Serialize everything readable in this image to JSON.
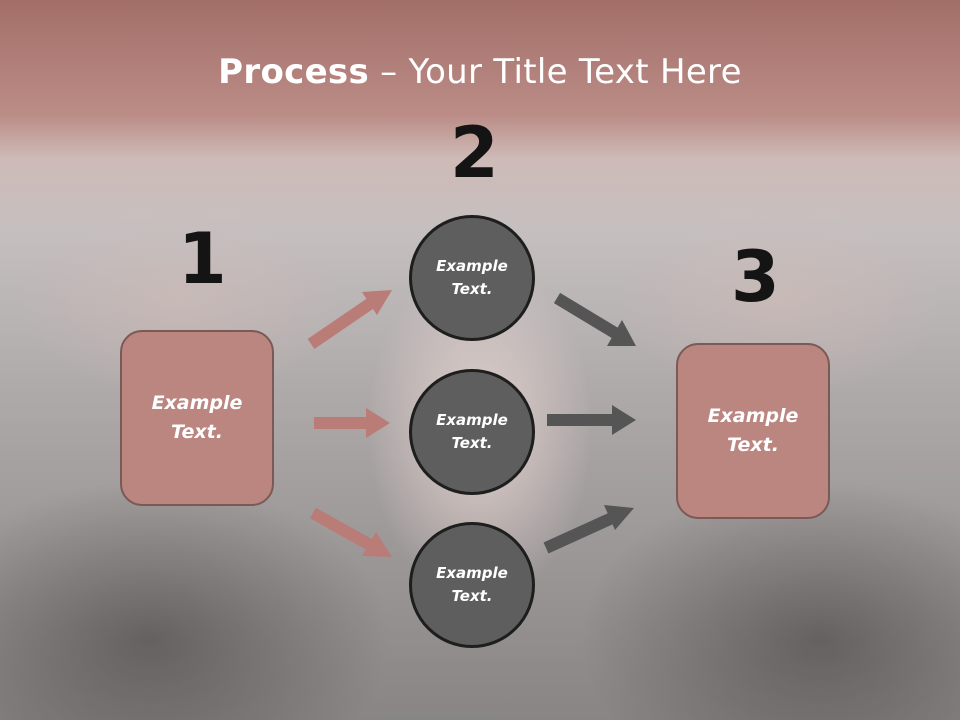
{
  "slide": {
    "title_bold": "Process",
    "title_rest": " – Your Title Text Here"
  },
  "steps": {
    "step1": {
      "number": "1",
      "text": "Example\nText."
    },
    "step2_top": {
      "number": "2",
      "text": "Example\nText."
    },
    "step2_middle": {
      "text": "Example\nText."
    },
    "step2_bottom": {
      "text": "Example\nText."
    },
    "step3": {
      "number": "3",
      "text": "Example\nText."
    }
  },
  "colors": {
    "box_fill": "#bb8580",
    "circle_fill": "#5e5e5e",
    "arrow_left": "#b97c76",
    "arrow_right": "#555555"
  }
}
